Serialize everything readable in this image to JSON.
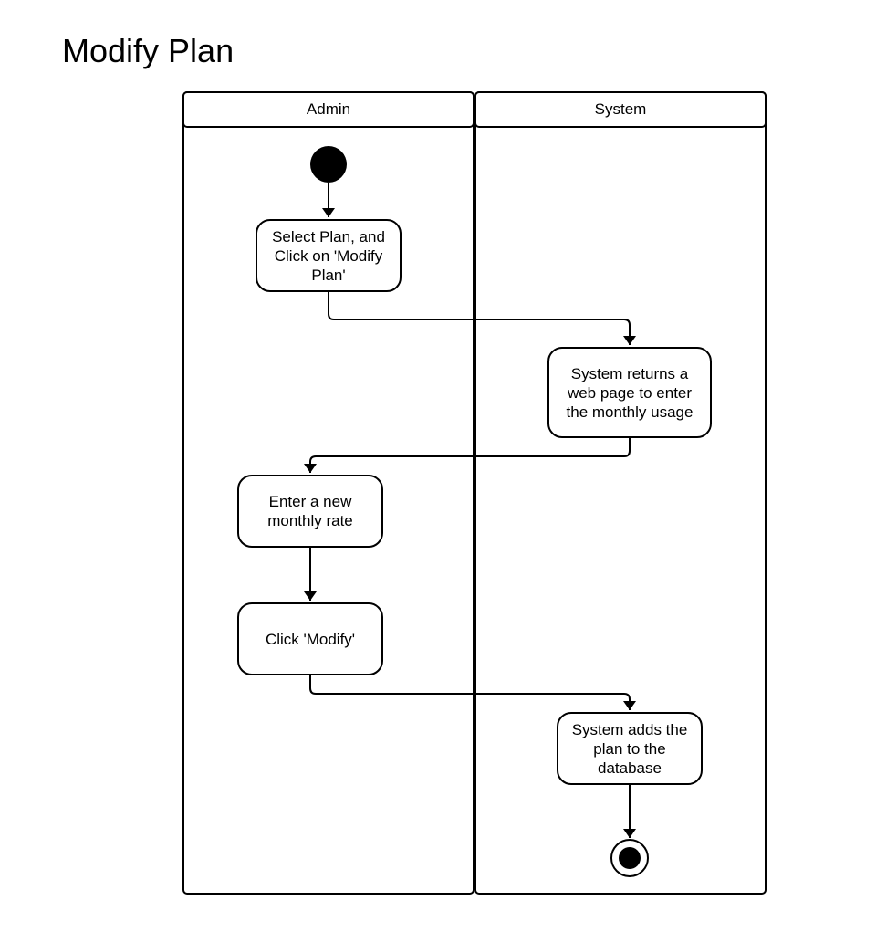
{
  "page": {
    "title": "Modify Plan"
  },
  "swimlanes": [
    {
      "label": "Admin"
    },
    {
      "label": "System"
    }
  ],
  "nodes": {
    "start": {
      "kind": "initial-node"
    },
    "select_plan": {
      "lane": "Admin",
      "text": "Select Plan, and Click on 'Modify Plan'"
    },
    "system_returns_page": {
      "lane": "System",
      "text": "System returns a web page to enter the monthly usage"
    },
    "enter_rate": {
      "lane": "Admin",
      "text": "Enter a new monthly rate"
    },
    "click_modify": {
      "lane": "Admin",
      "text": "Click 'Modify'"
    },
    "system_adds_plan": {
      "lane": "System",
      "text": "System adds the plan to the database"
    },
    "end": {
      "kind": "final-node"
    }
  },
  "edges": [
    {
      "from": "start",
      "to": "select_plan"
    },
    {
      "from": "select_plan",
      "to": "system_returns_page"
    },
    {
      "from": "system_returns_page",
      "to": "enter_rate"
    },
    {
      "from": "enter_rate",
      "to": "click_modify"
    },
    {
      "from": "click_modify",
      "to": "system_adds_plan"
    },
    {
      "from": "system_adds_plan",
      "to": "end"
    }
  ],
  "colors": {
    "stroke": "#000000",
    "background": "#ffffff"
  }
}
